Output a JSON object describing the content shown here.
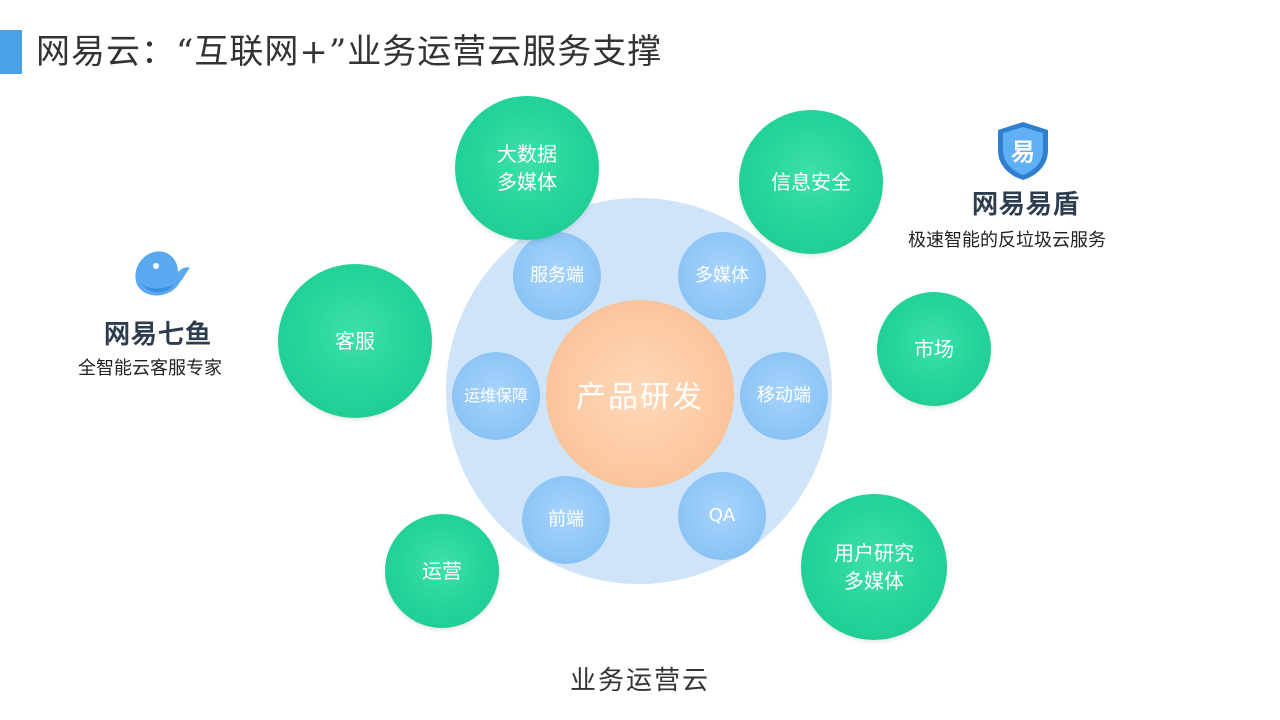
{
  "title": "网易云：“互联网+”业务运营云服务支撑",
  "center": "产品研发",
  "inner_nodes": [
    {
      "id": "server",
      "label": "服务端"
    },
    {
      "id": "media",
      "label": "多媒体"
    },
    {
      "id": "mobile",
      "label": "移动端"
    },
    {
      "id": "qa",
      "label": "QA"
    },
    {
      "id": "frontend",
      "label": "前端"
    },
    {
      "id": "ops",
      "label": "运维保障"
    }
  ],
  "outer_nodes": [
    {
      "id": "bigdata",
      "lines": [
        "大数据",
        "多媒体"
      ]
    },
    {
      "id": "security",
      "lines": [
        "信息安全"
      ]
    },
    {
      "id": "market",
      "lines": [
        "市场"
      ]
    },
    {
      "id": "research",
      "lines": [
        "用户研究",
        "多媒体"
      ]
    },
    {
      "id": "operation",
      "lines": [
        "运营"
      ]
    },
    {
      "id": "service",
      "lines": [
        "客服"
      ]
    }
  ],
  "brands": {
    "qiyu": {
      "name": "网易七鱼",
      "tagline": "全智能云客服专家",
      "icon": "whale-logo-icon"
    },
    "yidun": {
      "name": "网易易盾",
      "tagline": "极速智能的反垃圾云服务",
      "icon": "shield-logo-icon",
      "badge_text": "易"
    }
  },
  "bottom_label": "业务运营云",
  "colors": {
    "accent": "#4aa3e8",
    "green": "#22d39a",
    "blue": "#8ec6f7",
    "ring": "#cfe4f8",
    "core": "#fcc8a0"
  }
}
